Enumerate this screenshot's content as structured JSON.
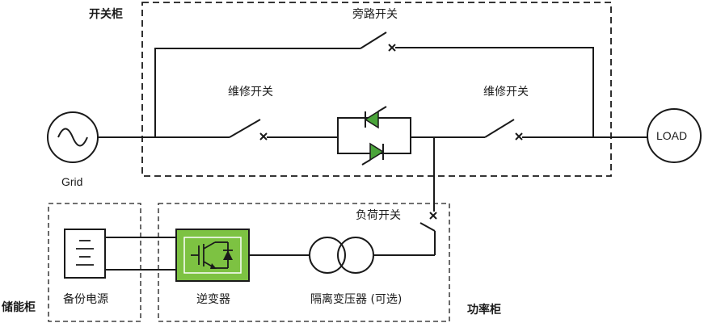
{
  "cabinets": {
    "switch_cabinet": "开关柜",
    "storage_cabinet": "储能柜",
    "power_cabinet": "功率柜"
  },
  "switches": {
    "bypass": "旁路开关",
    "maintenance_left": "维修开关",
    "maintenance_right": "维修开关",
    "load_switch": "负荷开关"
  },
  "components": {
    "grid": "Grid",
    "load": "LOAD",
    "backup_power": "备份电源",
    "inverter": "逆变器",
    "isolation_transformer": "隔离变压器 (可选)"
  },
  "colors": {
    "line": "#1a1a1a",
    "accent_green": "#7dc242",
    "thyristor_green": "#4aa43a"
  }
}
